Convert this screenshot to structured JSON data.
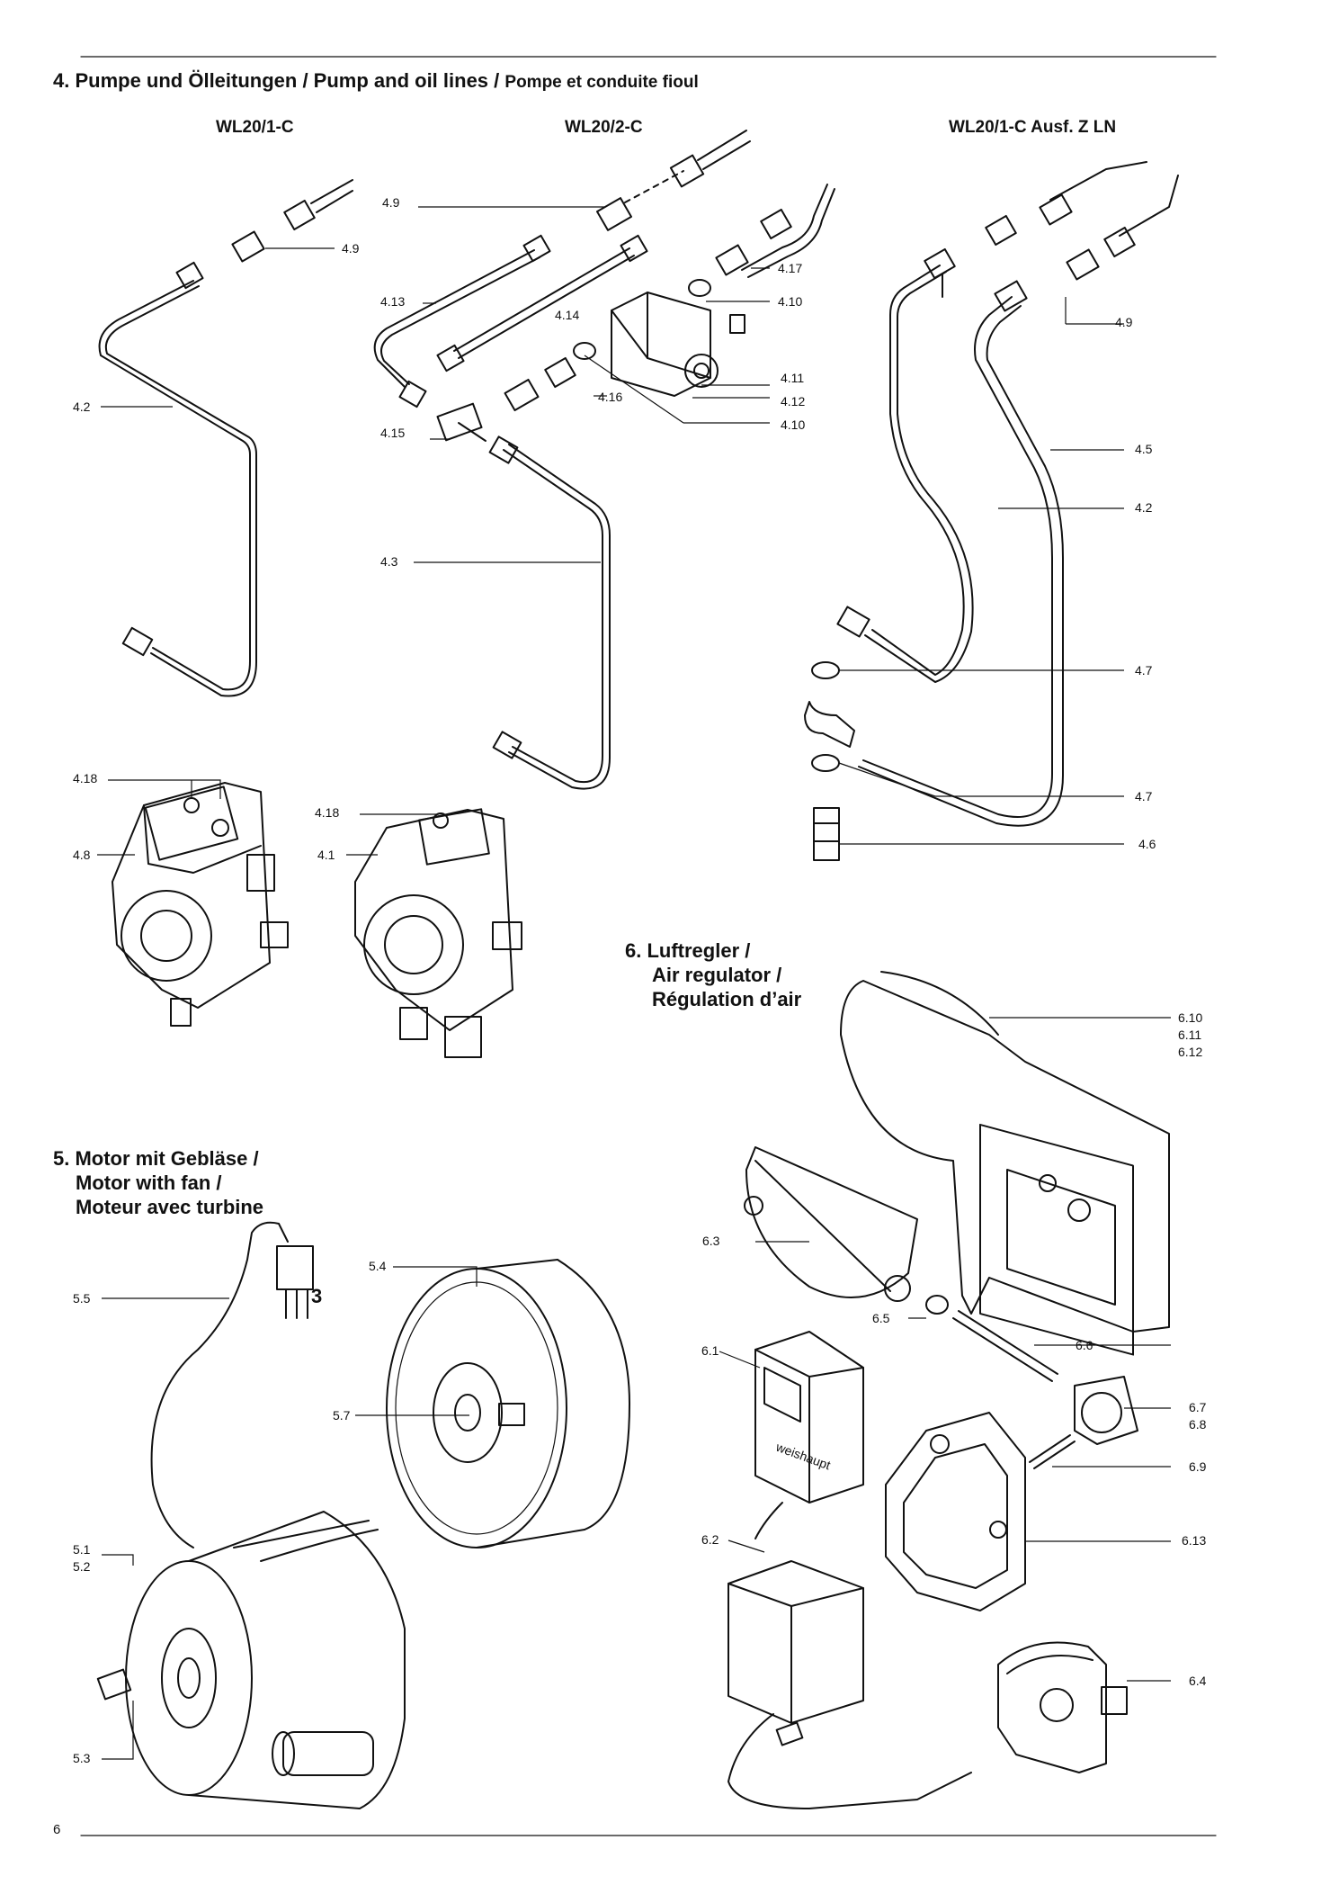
{
  "header": {
    "title_main": "4. Pumpe und Ölleitungen / Pump and oil lines /",
    "title_fr": "Pompe et conduite fioul"
  },
  "subtitles": {
    "left": "WL20/1-C",
    "middle": "WL20/2-C",
    "right": "WL20/1-C Ausf. Z LN"
  },
  "sections": {
    "air_regulator": [
      "6. Luftregler /",
      "Air regulator /",
      "Régulation d’air"
    ],
    "motor_fan": [
      "5. Motor mit Gebläse /",
      "Motor with fan /",
      "Moteur avec turbine"
    ]
  },
  "labels": [
    {
      "id": "l49a",
      "text": "4.9"
    },
    {
      "id": "l42a",
      "text": "4.2"
    },
    {
      "id": "l49b",
      "text": "4.9"
    },
    {
      "id": "l413",
      "text": "4.13"
    },
    {
      "id": "l414",
      "text": "4.14"
    },
    {
      "id": "l417",
      "text": "4.17"
    },
    {
      "id": "l410a",
      "text": "4.10"
    },
    {
      "id": "l411",
      "text": "4.11"
    },
    {
      "id": "l412",
      "text": "4.12"
    },
    {
      "id": "l416",
      "text": "4.16"
    },
    {
      "id": "l410b",
      "text": "4.10"
    },
    {
      "id": "l415",
      "text": "4.15"
    },
    {
      "id": "l43",
      "text": "4.3"
    },
    {
      "id": "l49c",
      "text": "4.9"
    },
    {
      "id": "l45",
      "text": "4.5"
    },
    {
      "id": "l42b",
      "text": "4.2"
    },
    {
      "id": "l47a",
      "text": "4.7"
    },
    {
      "id": "l47b",
      "text": "4.7"
    },
    {
      "id": "l46",
      "text": "4.6"
    },
    {
      "id": "l418a",
      "text": "4.18"
    },
    {
      "id": "l48",
      "text": "4.8"
    },
    {
      "id": "l418b",
      "text": "4.18"
    },
    {
      "id": "l41",
      "text": "4.1"
    },
    {
      "id": "l610",
      "text": "6.10\n6.11\n6.12"
    },
    {
      "id": "l63",
      "text": "6.3"
    },
    {
      "id": "l65",
      "text": "6.5"
    },
    {
      "id": "l66",
      "text": "6.6"
    },
    {
      "id": "l61",
      "text": "6.1"
    },
    {
      "id": "l67",
      "text": "6.7\n6.8"
    },
    {
      "id": "l69",
      "text": "6.9"
    },
    {
      "id": "l62",
      "text": "6.2"
    },
    {
      "id": "l613",
      "text": "6.13"
    },
    {
      "id": "l64",
      "text": "6.4"
    },
    {
      "id": "l54",
      "text": "5.4"
    },
    {
      "id": "l55",
      "text": "5.5"
    },
    {
      "id": "l57",
      "text": "5.7"
    },
    {
      "id": "l51",
      "text": "5.1\n5.2"
    },
    {
      "id": "l53",
      "text": "5.3"
    }
  ],
  "part_marks": {
    "plug_number": "3",
    "brand": "weishaupt"
  },
  "footer": {
    "page_number": "6"
  }
}
